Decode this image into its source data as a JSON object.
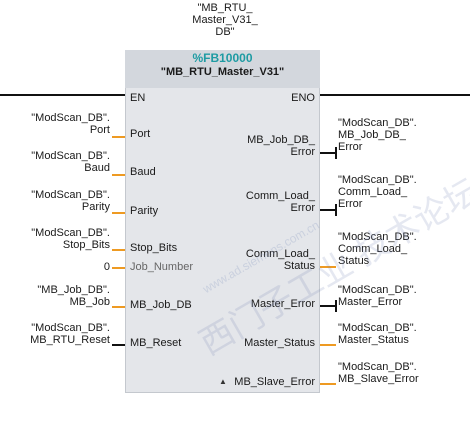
{
  "instance": {
    "lines": [
      "\"MB_RTU_",
      "Master_V31_",
      "DB\""
    ]
  },
  "block": {
    "number": "%FB10000",
    "name": "\"MB_RTU_Master_V31\""
  },
  "en": {
    "label": "EN"
  },
  "eno": {
    "label": "ENO"
  },
  "inputs": [
    {
      "pin": "Port",
      "ext": [
        "\"ModScan_DB\".",
        "Port"
      ]
    },
    {
      "pin": "Baud",
      "ext": [
        "\"ModScan_DB\".",
        "Baud"
      ]
    },
    {
      "pin": "Parity",
      "ext": [
        "\"ModScan_DB\".",
        "Parity"
      ]
    },
    {
      "pin": "Stop_Bits",
      "ext": [
        "\"ModScan_DB\".",
        "Stop_Bits"
      ]
    },
    {
      "pin": "Job_Number",
      "ext": [
        "0"
      ]
    },
    {
      "pin": "MB_Job_DB",
      "ext": [
        "\"MB_Job_DB\".",
        "MB_Job"
      ]
    },
    {
      "pin": "MB_Reset",
      "ext": [
        "\"ModScan_DB\".",
        "MB_RTU_Reset"
      ]
    }
  ],
  "outputs": [
    {
      "pin": [
        "MB_Job_DB_",
        "Error"
      ],
      "ext": [
        "\"ModScan_DB\".",
        "MB_Job_DB_",
        "Error"
      ]
    },
    {
      "pin": [
        "Comm_Load_",
        "Error"
      ],
      "ext": [
        "\"ModScan_DB\".",
        "Comm_Load_",
        "Error"
      ]
    },
    {
      "pin": [
        "Comm_Load_",
        "Status"
      ],
      "ext": [
        "\"ModScan_DB\".",
        "Comm_Load_",
        "Status"
      ]
    },
    {
      "pin": [
        "Master_Error"
      ],
      "ext": [
        "\"ModScan_DB\".",
        "Master_Error"
      ]
    },
    {
      "pin": [
        "Master_Status"
      ],
      "ext": [
        "\"ModScan_DB\".",
        "Master_Status"
      ]
    },
    {
      "pin": [
        "MB_Slave_Error"
      ],
      "ext": [
        "\"ModScan_DB\".",
        "MB_Slave_Error"
      ]
    }
  ],
  "watermark": {
    "text": "西门子工业 技术论坛",
    "url": "www.ad.siemens.com.cn"
  },
  "colors": {
    "accent": "#1e9ba3",
    "wire_orange": "#ee9a22",
    "block_bg": "#e4e6ea",
    "header_bg": "#d3d7dd"
  },
  "icons": {
    "collapse": "triangle-up-icon"
  }
}
